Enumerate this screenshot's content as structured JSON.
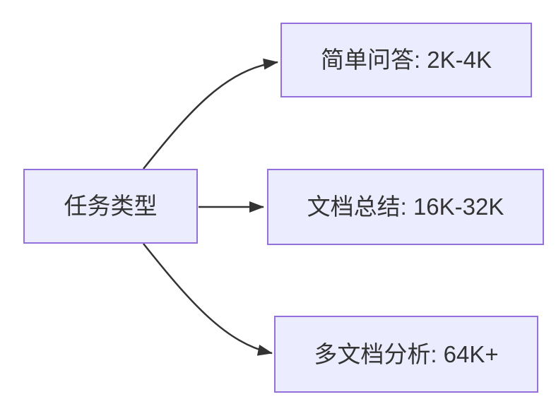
{
  "diagram": {
    "type": "flowchart",
    "direction": "left-to-right",
    "root": {
      "id": "task-type",
      "label": "任务类型"
    },
    "branches": [
      {
        "id": "simple-qa",
        "label": "简单问答: 2K-4K"
      },
      {
        "id": "doc-summary",
        "label": "文档总结: 16K-32K"
      },
      {
        "id": "multi-doc-analysis",
        "label": "多文档分析: 64K+"
      }
    ],
    "edges": [
      {
        "from": "task-type",
        "to": "simple-qa"
      },
      {
        "from": "task-type",
        "to": "doc-summary"
      },
      {
        "from": "task-type",
        "to": "multi-doc-analysis"
      }
    ],
    "colors": {
      "node_fill": "#ECECFF",
      "node_border": "#9370DB",
      "edge_line": "#333333",
      "text": "#333333",
      "background": "#FFFFFF"
    }
  }
}
